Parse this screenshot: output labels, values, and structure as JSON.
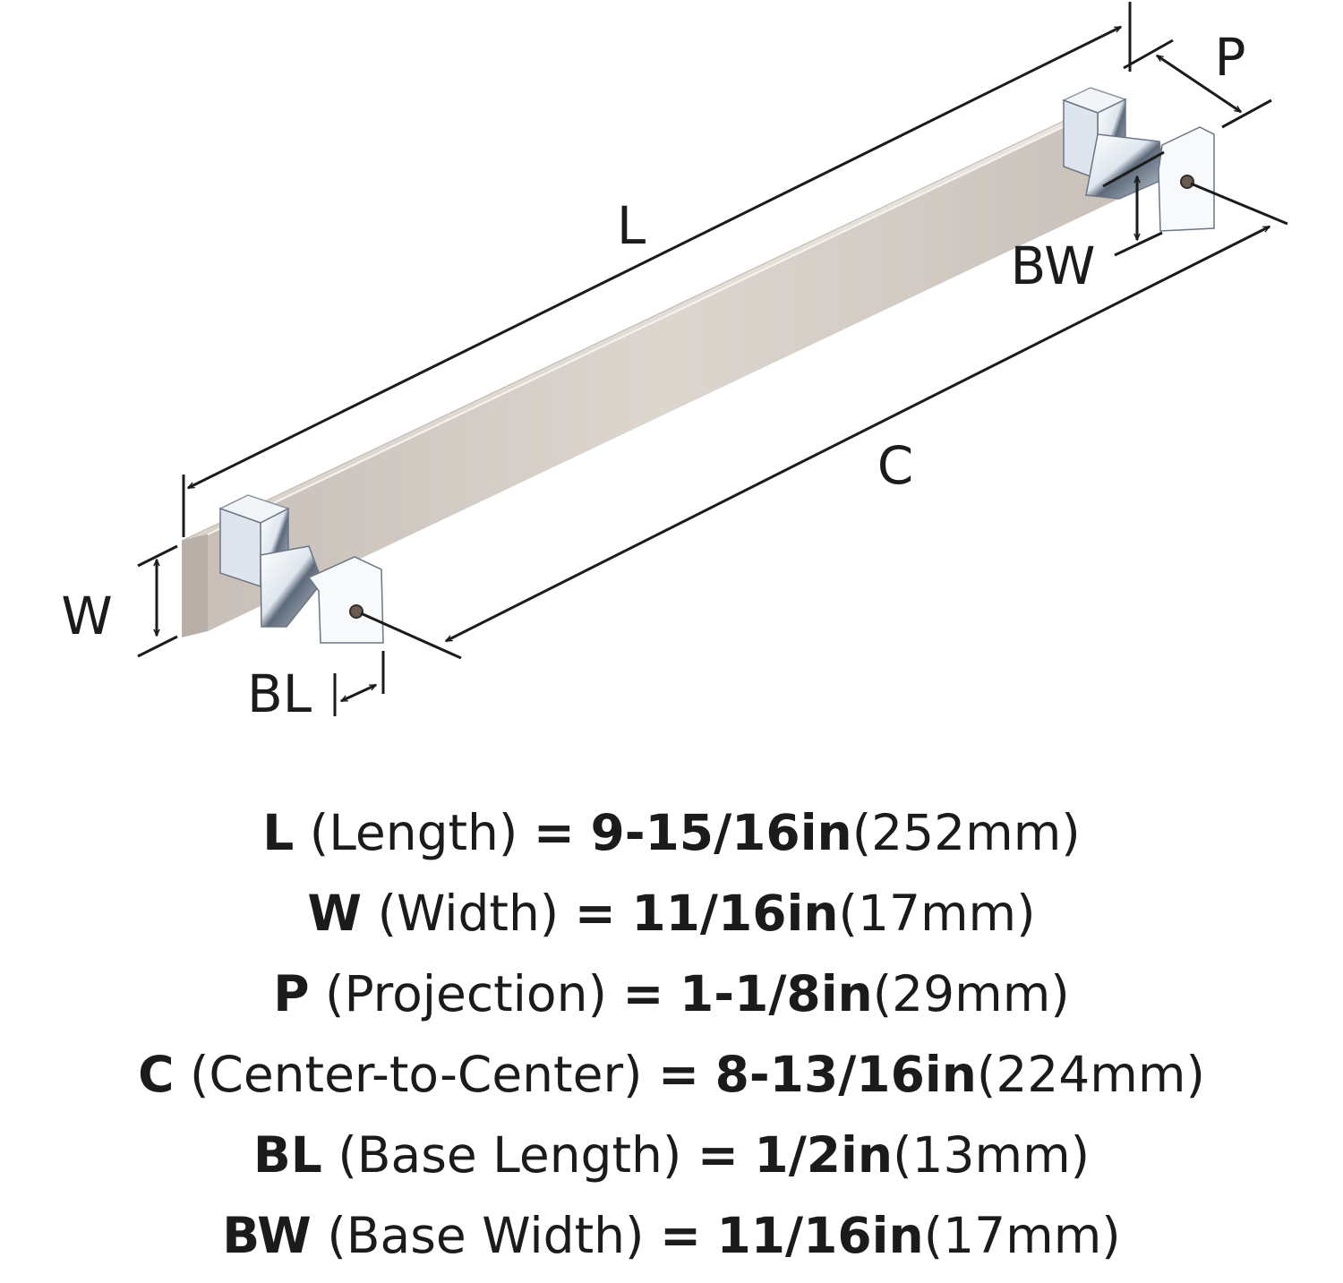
{
  "diagram": {
    "labels": {
      "L": "L",
      "C": "C",
      "P": "P",
      "BW": "BW",
      "W": "W",
      "BL": "BL"
    },
    "colors": {
      "bar_finish": "#cfc7c0",
      "post_finish": "#e6ebf0",
      "line": "#1b1b1b"
    }
  },
  "specs": [
    {
      "key": "L",
      "desc": "(Length)",
      "eq": "=",
      "imperial": "9-15/16in",
      "metric": "(252mm)"
    },
    {
      "key": "W",
      "desc": "(Width)",
      "eq": "=",
      "imperial": "11/16in",
      "metric": "(17mm)"
    },
    {
      "key": "P",
      "desc": "(Projection)",
      "eq": "=",
      "imperial": "1-1/8in",
      "metric": "(29mm)"
    },
    {
      "key": "C",
      "desc": "(Center-to-Center)",
      "eq": "=",
      "imperial": "8-13/16in",
      "metric": "(224mm)"
    },
    {
      "key": "BL",
      "desc": "(Base Length)",
      "eq": "=",
      "imperial": "1/2in",
      "metric": "(13mm)"
    },
    {
      "key": "BW",
      "desc": "(Base Width)",
      "eq": "=",
      "imperial": "11/16in",
      "metric": "(17mm)"
    }
  ]
}
